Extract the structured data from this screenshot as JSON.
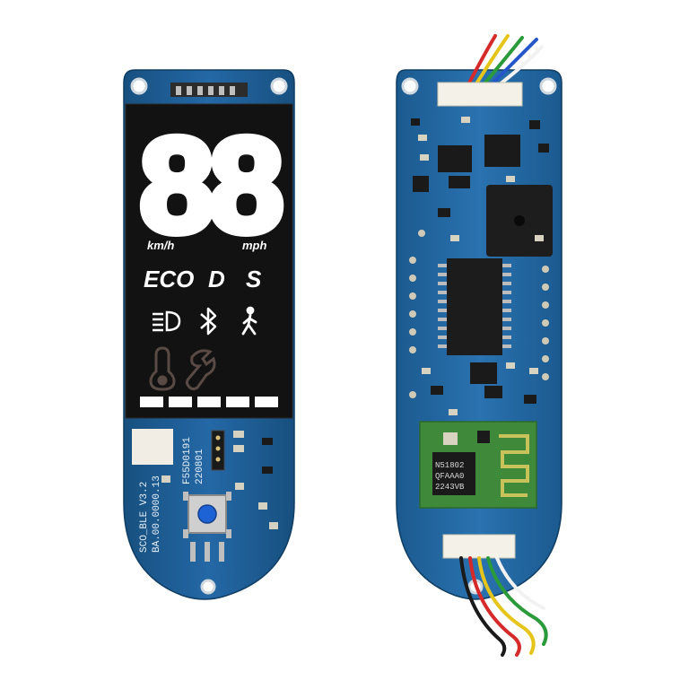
{
  "display": {
    "speed_digits": "88",
    "unit_kmh": "km/h",
    "unit_mph": "mph",
    "mode_eco": "ECO",
    "mode_d": "D",
    "mode_s": "S"
  },
  "silkscreen": {
    "board_name": "SCO_BLE V3.2",
    "board_code": "BA.00.0000.13",
    "marking_1": "F55D0191",
    "marking_2": "220801"
  },
  "ble_module": {
    "line1": "N51802",
    "line2": "QFAAA0",
    "line3": "2243VB"
  },
  "colors": {
    "pcb_blue": "#1f5f99",
    "lcd_black": "#111111",
    "button_blue": "#1e63d6",
    "module_green": "#3f8a3a"
  },
  "icons": [
    "headlight-icon",
    "bluetooth-icon",
    "walking-person-icon",
    "thermometer-icon",
    "wrench-icon"
  ],
  "wires": [
    "red",
    "yellow",
    "green",
    "blue",
    "white"
  ]
}
